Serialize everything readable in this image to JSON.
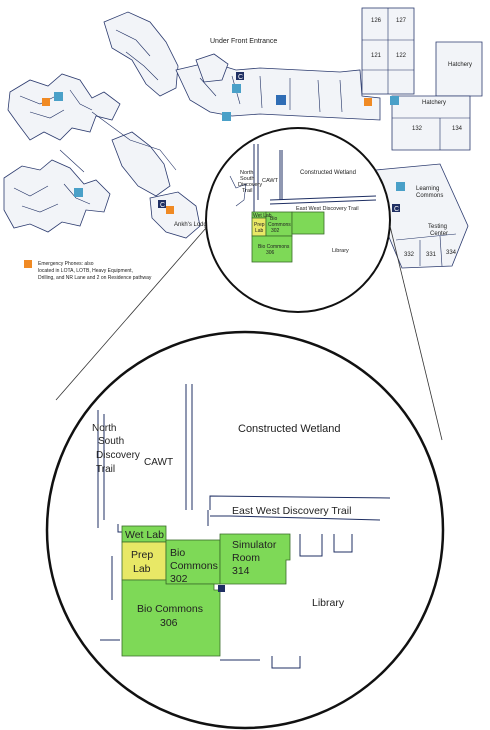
{
  "top_map": {
    "title": "Under Front Entrance",
    "rooms": {
      "r126": "126",
      "r127": "127",
      "r121": "121",
      "r122": "122",
      "hatchery_top": "Hatchery",
      "hatchery_right": "Hatchery",
      "r132_top": "132",
      "r134_top": "134",
      "cawt": "CAWT",
      "ns_line1": "North",
      "ns_line2": "South",
      "ns_line3": "Discovery",
      "ns_line4": "Trail",
      "constructed_wetland": "Constructed Wetland",
      "ew_trail": "East West Discovery Trail",
      "wet_lab": "Wet Lab",
      "prep_line1": "Prep",
      "prep_line2": "Lab",
      "bio302_line1": "Bio",
      "bio302_line2": "Commons",
      "bio302_line3": "302",
      "bio306_line1": "Bio Commons",
      "bio306_line2": "306",
      "library": "Library",
      "learning_line1": "Learning",
      "learning_line2": "Commons",
      "testing_line1": "Testing",
      "testing_line2": "Center",
      "r332": "332",
      "r331": "331",
      "r334": "334",
      "ankh": "Ankh's Lodge"
    },
    "legend": {
      "line1": "Emergency Phones: also",
      "line2": "located in LOTA, LOTB, Heavy Equipment,",
      "line3": "Drilling, and NR Lane and 2 on Residence pathway"
    },
    "badge_letter": "C"
  },
  "zoom_map": {
    "ns_line1": "North",
    "ns_line2": "South",
    "ns_line3": "Discovery",
    "ns_line4": "Trail",
    "cawt": "CAWT",
    "constructed_wetland": "Constructed Wetland",
    "ew_trail": "East West Discovery Trail",
    "wet_lab": "Wet Lab",
    "prep_line1": "Prep",
    "prep_line2": "Lab",
    "bio302_line1": "Bio",
    "bio302_line2": "Commons",
    "bio302_line3": "302",
    "sim_line1": "Simulator",
    "sim_line2": "Room",
    "sim_line3": "314",
    "bio306_line1": "Bio Commons",
    "bio306_line2": "306",
    "library": "Library"
  },
  "colors": {
    "room_green": "#7ed957",
    "prep_yellow": "#e8e866",
    "wall_navy": "#1f2f63",
    "emergency_orange": "#f08a24",
    "pictogram_blue": "#4aa0c8"
  }
}
